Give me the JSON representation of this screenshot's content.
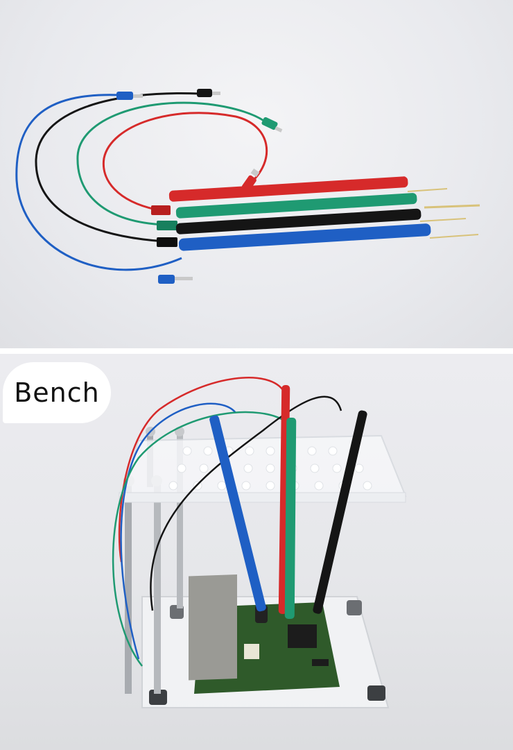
{
  "photo_top": {
    "subject": "test-probe-set",
    "lead_colors": {
      "red": "#d62a2a",
      "green": "#1f9a72",
      "black": "#151515",
      "blue": "#1f5fc4",
      "needle": "#d8c27a"
    }
  },
  "photo_bottom": {
    "label": "Bench",
    "subject": "probe-bench-with-pcb"
  }
}
